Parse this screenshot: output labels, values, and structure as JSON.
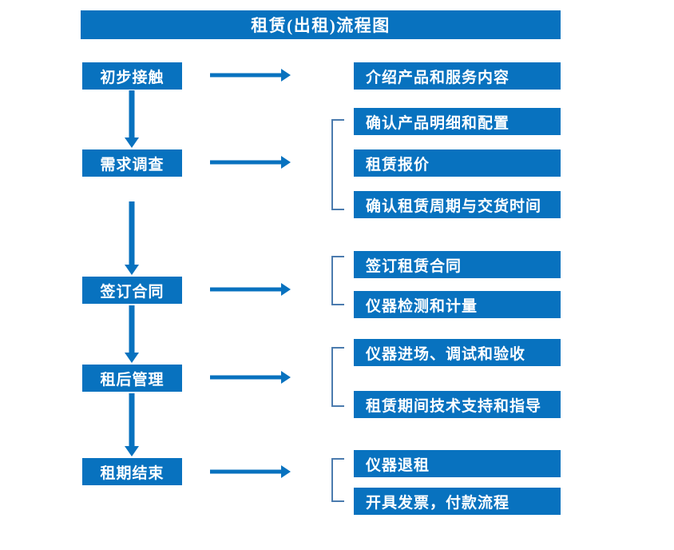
{
  "diagram": {
    "title": "租赁(出租)流程图",
    "colors": {
      "box_fill": "#0872BF",
      "box_text": "#FFFFFF",
      "arrow": "#0872BF",
      "bracket": "#4B7BAE",
      "background": "#FFFFFF"
    },
    "stages": [
      {
        "label": "初步接触"
      },
      {
        "label": "需求调查"
      },
      {
        "label": "签订合同"
      },
      {
        "label": "租后管理"
      },
      {
        "label": "租期结束"
      }
    ],
    "details": [
      {
        "label": "介绍产品和服务内容"
      },
      {
        "label": "确认产品明细和配置"
      },
      {
        "label": "租赁报价"
      },
      {
        "label": "确认租赁周期与交货时间"
      },
      {
        "label": "签订租赁合同"
      },
      {
        "label": "仪器检测和计量"
      },
      {
        "label": "仪器进场、调试和验收"
      },
      {
        "label": "租赁期间技术支持和指导"
      },
      {
        "label": "仪器退租"
      },
      {
        "label": "开具发票，付款流程"
      }
    ],
    "groups": [
      {
        "name": "需求调查-group",
        "members": [
          "确认产品明细和配置",
          "租赁报价",
          "确认租赁周期与交货时间"
        ]
      },
      {
        "name": "签订合同-group",
        "members": [
          "签订租赁合同",
          "仪器检测和计量"
        ]
      },
      {
        "name": "租后管理-group",
        "members": [
          "仪器进场、调试和验收",
          "租赁期间技术支持和指导"
        ]
      },
      {
        "name": "租期结束-group",
        "members": [
          "仪器退租",
          "开具发票，付款流程"
        ]
      }
    ],
    "flow_connectors": [
      {
        "from": "初步接触",
        "to": "需求调查",
        "direction": "down"
      },
      {
        "from": "需求调查",
        "to": "签订合同",
        "direction": "down"
      },
      {
        "from": "签订合同",
        "to": "租后管理",
        "direction": "down"
      },
      {
        "from": "租后管理",
        "to": "租期结束",
        "direction": "down"
      },
      {
        "from": "初步接触",
        "to": "介绍产品和服务内容",
        "direction": "right"
      },
      {
        "from": "需求调查",
        "to": "需求调查-group",
        "direction": "right"
      },
      {
        "from": "签订合同",
        "to": "签订合同-group",
        "direction": "right"
      },
      {
        "from": "租后管理",
        "to": "租后管理-group",
        "direction": "right"
      },
      {
        "from": "租期结束",
        "to": "租期结束-group",
        "direction": "right"
      }
    ]
  }
}
